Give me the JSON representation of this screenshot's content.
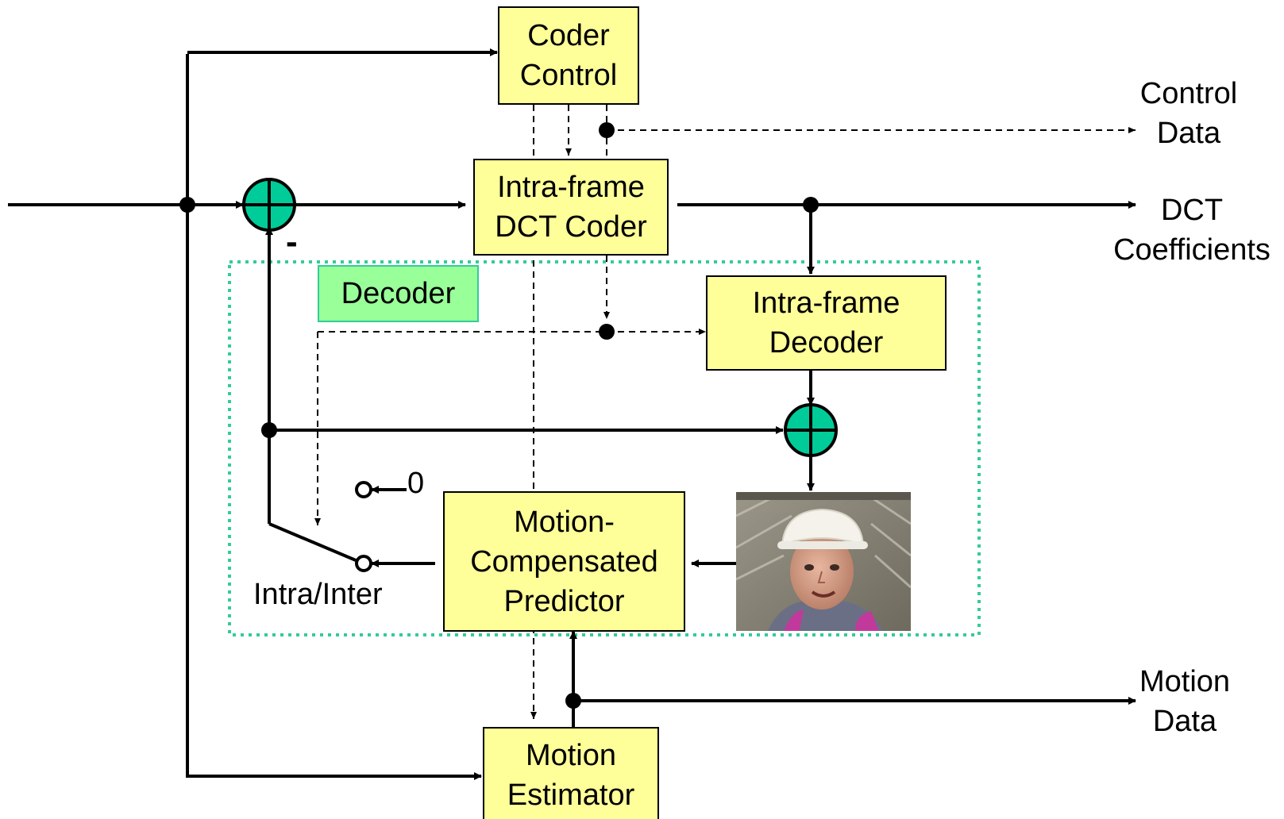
{
  "blocks": {
    "coder_control": "Coder\nControl",
    "dct_coder": "Intra-frame\nDCT Coder",
    "intra_decoder": "Intra-frame\nDecoder",
    "mc_predictor": "Motion-\nCompensated\nPredictor",
    "motion_estimator": "Motion\nEstimator"
  },
  "outputs": {
    "control_data": "Control\nData",
    "dct_coefficients": "DCT\nCoefficients",
    "motion_data": "Motion\nData"
  },
  "labels": {
    "decoder": "Decoder",
    "minus_sign": "-",
    "zero": "0",
    "intra_inter": "Intra/Inter"
  },
  "colors": {
    "block_fill": "#ffff99",
    "adder_fill": "#00cc99",
    "decoder_border": "#33cc99",
    "decoder_tag_fill": "#99ff99"
  },
  "icons": {
    "adder": "plus-circle-icon",
    "frame_image": "video-frame-person-hardhat"
  }
}
